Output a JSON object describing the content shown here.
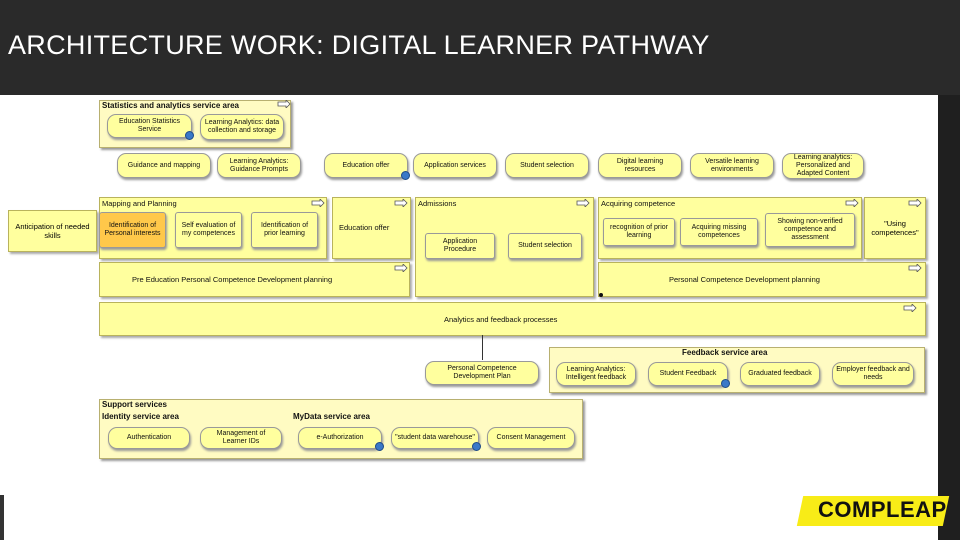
{
  "slide": {
    "title": "ARCHITECTURE WORK: DIGITAL LEARNER PATHWAY"
  },
  "logo": {
    "text": "COMPLEAP"
  },
  "colors": {
    "header": "#2a2a2a",
    "lane": "#ffff9e",
    "area": "#fffbc2",
    "highlight": "#ffc84a",
    "logo": "#f8ec17"
  },
  "statistics_area": {
    "title": "Statistics and analytics service area",
    "items": [
      "Education Statistics Service",
      "Learning Analytics: data collection and storage"
    ]
  },
  "services_row": [
    "Guidance and mapping",
    "Learning Analytics: Guidance Prompts",
    "Education offer",
    "Application services",
    "Student selection",
    "Digital learning resources",
    "Versatile learning environments",
    "Learning analytics: Personalized and Adapted Content"
  ],
  "anticipation": "Anticipation of needed skills",
  "mapping": {
    "title": "Mapping and Planning",
    "items": [
      "Identification of Personal interests",
      "Self evaluation of my competences",
      "Identification of prior learning"
    ]
  },
  "education_offer": "Education offer",
  "admissions": {
    "title": "Admissions",
    "items": [
      "Application Procedure",
      "Student selection"
    ]
  },
  "acquiring": {
    "title": "Acquiring competence",
    "items": [
      "recognition of prior learning",
      "Acquiring missing competences",
      "Showing non-verified competence and assessment"
    ]
  },
  "using_competences": "\"Using competences\"",
  "pre_education_lane": "Pre Education Personal Competence Development planning",
  "personal_lane": "Personal Competence Development planning",
  "analytics_lane": "Analytics and feedback processes",
  "pcd_plan": "Personal Competence Development Plan",
  "feedback_area": {
    "title": "Feedback service area",
    "items": [
      "Learning Analytics: Intelligent feedback",
      "Student Feedback",
      "Graduated feedback",
      "Employer feedback and needs"
    ]
  },
  "support": {
    "title": "Support services",
    "identity_title": "Identity service area",
    "mydata_title": "MyData service area",
    "items": [
      "Authentication",
      "Management of Learner IDs",
      "e-Authorization",
      "\"student data warehouse\"",
      "Consent Management"
    ]
  }
}
